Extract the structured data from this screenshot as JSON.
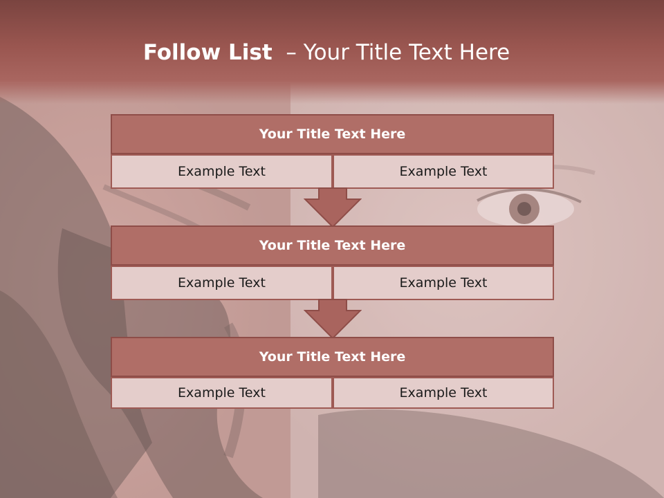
{
  "slide": {
    "title_bold": "Follow List",
    "title_rest": "– Your Title Text Here"
  },
  "steps": [
    {
      "title": "Your Title Text Here",
      "left": "Example Text",
      "right": "Example Text"
    },
    {
      "title": "Your Title Text Here",
      "left": "Example Text",
      "right": "Example Text"
    },
    {
      "title": "Your Title Text Here",
      "left": "Example Text",
      "right": "Example Text"
    }
  ],
  "colors": {
    "header": "#9a5650",
    "title_bar": "#b06e67",
    "cell": "#e4cdcb",
    "border": "#8e4d48",
    "arrow": "#a9645e"
  },
  "icons": [
    "down-arrow-icon"
  ]
}
